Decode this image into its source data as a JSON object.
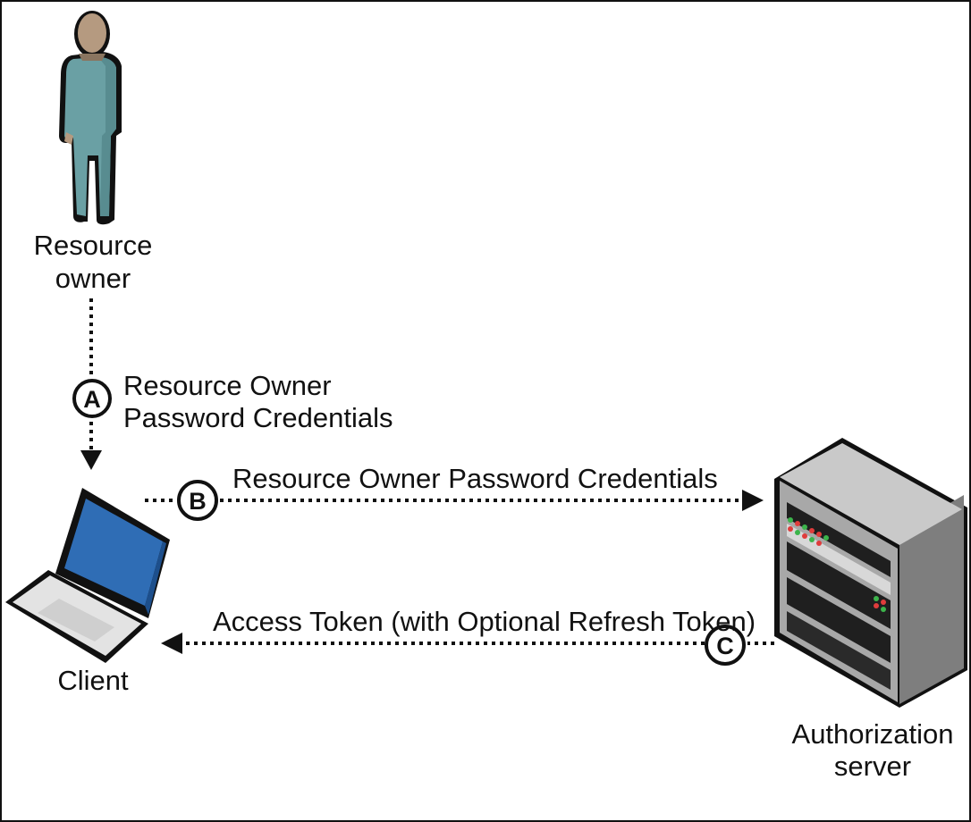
{
  "actors": {
    "resource_owner": {
      "line1": "Resource",
      "line2": "owner"
    },
    "client": {
      "label": "Client"
    },
    "authorization_server": {
      "line1": "Authorization",
      "line2": "server"
    }
  },
  "steps": {
    "a": {
      "marker": "A",
      "line1": "Resource Owner",
      "line2": "Password Credentials"
    },
    "b": {
      "marker": "B",
      "label": "Resource Owner Password Credentials"
    },
    "c": {
      "marker": "C",
      "label": "Access Token (with Optional Refresh Token)"
    }
  },
  "colors": {
    "person_body": "#6aa0a4",
    "person_head": "#b59a80",
    "laptop_screen": "#2f6db5",
    "server_body": "#9a9a9a",
    "line": "#111111"
  }
}
